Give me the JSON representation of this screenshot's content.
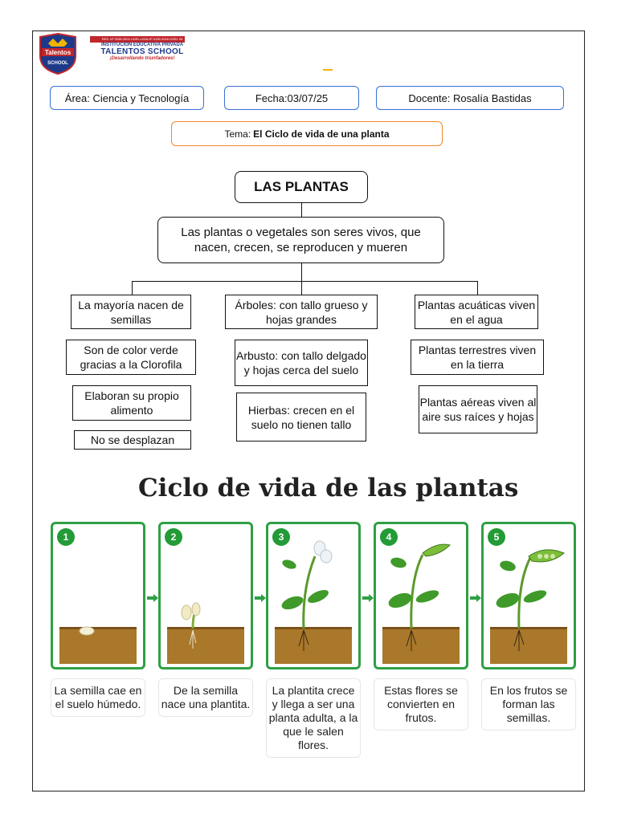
{
  "header": {
    "logo_label": "Talentos",
    "logo_sub": "SCHOOL",
    "registration": "RES. Nº 0038-2004 UGEL-LIMA Nº 0135-2018 UGEL 06",
    "institution": "INSTITUCIÓN EDUCATIVA PRIVADA",
    "school_name": "TALENTOS SCHOOL",
    "motto": "¡Desarrollando triunfadores!"
  },
  "info": {
    "area": "Área: Ciencia y Tecnología",
    "date": "Fecha:03/07/25",
    "teacher": "Docente: Rosalía Bastidas",
    "topic_prefix": "Tema: ",
    "topic_title": "El Ciclo de vida de una planta"
  },
  "map": {
    "title": "LAS PLANTAS",
    "definition": "Las plantas o vegetales son seres vivos, que nacen, crecen, se reproducen y mueren",
    "col1": [
      "La mayoría nacen de semillas",
      "Son de color verde gracias a la Clorofila",
      "Elaboran su propio alimento",
      "No se desplazan"
    ],
    "col2": [
      "Árboles: con tallo grueso y hojas grandes",
      "Arbusto: con tallo delgado y hojas cerca del suelo",
      "Hierbas: crecen en el suelo no tienen tallo"
    ],
    "col3": [
      "Plantas acuáticas viven en el agua",
      "Plantas terrestres viven en la tierra",
      "Plantas aéreas viven al aire sus raíces y hojas"
    ]
  },
  "cycle": {
    "title": "Ciclo de vida de las plantas",
    "steps": [
      {
        "num": "1",
        "caption": "La semilla cae en el suelo húmedo."
      },
      {
        "num": "2",
        "caption": "De la semilla nace una plantita."
      },
      {
        "num": "3",
        "caption": "La plantita crece y llega a ser una planta adulta, a la que le salen flores."
      },
      {
        "num": "4",
        "caption": "Estas flores se convierten en frutos."
      },
      {
        "num": "5",
        "caption": "En los frutos se forman las semillas."
      }
    ],
    "colors": {
      "border": "#2ea043",
      "soil": "#a9782b",
      "leaf": "#3f9a2a"
    }
  }
}
